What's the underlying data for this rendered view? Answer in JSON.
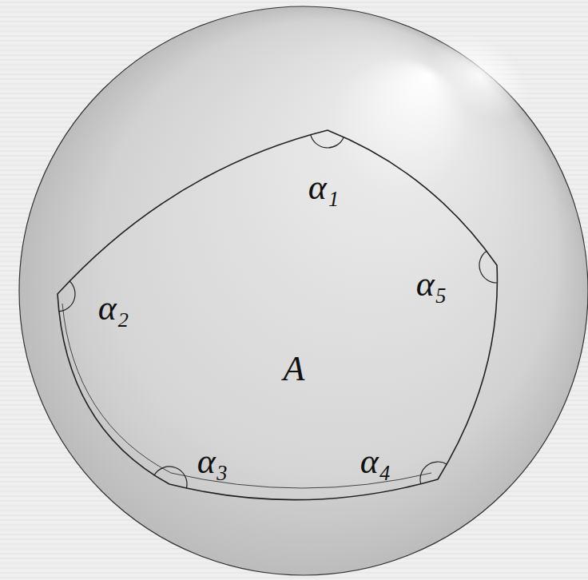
{
  "diagram": {
    "labels": [
      "α₁",
      "α₂",
      "α₅",
      "A",
      "α₃",
      "α₄"
    ]
  }
}
